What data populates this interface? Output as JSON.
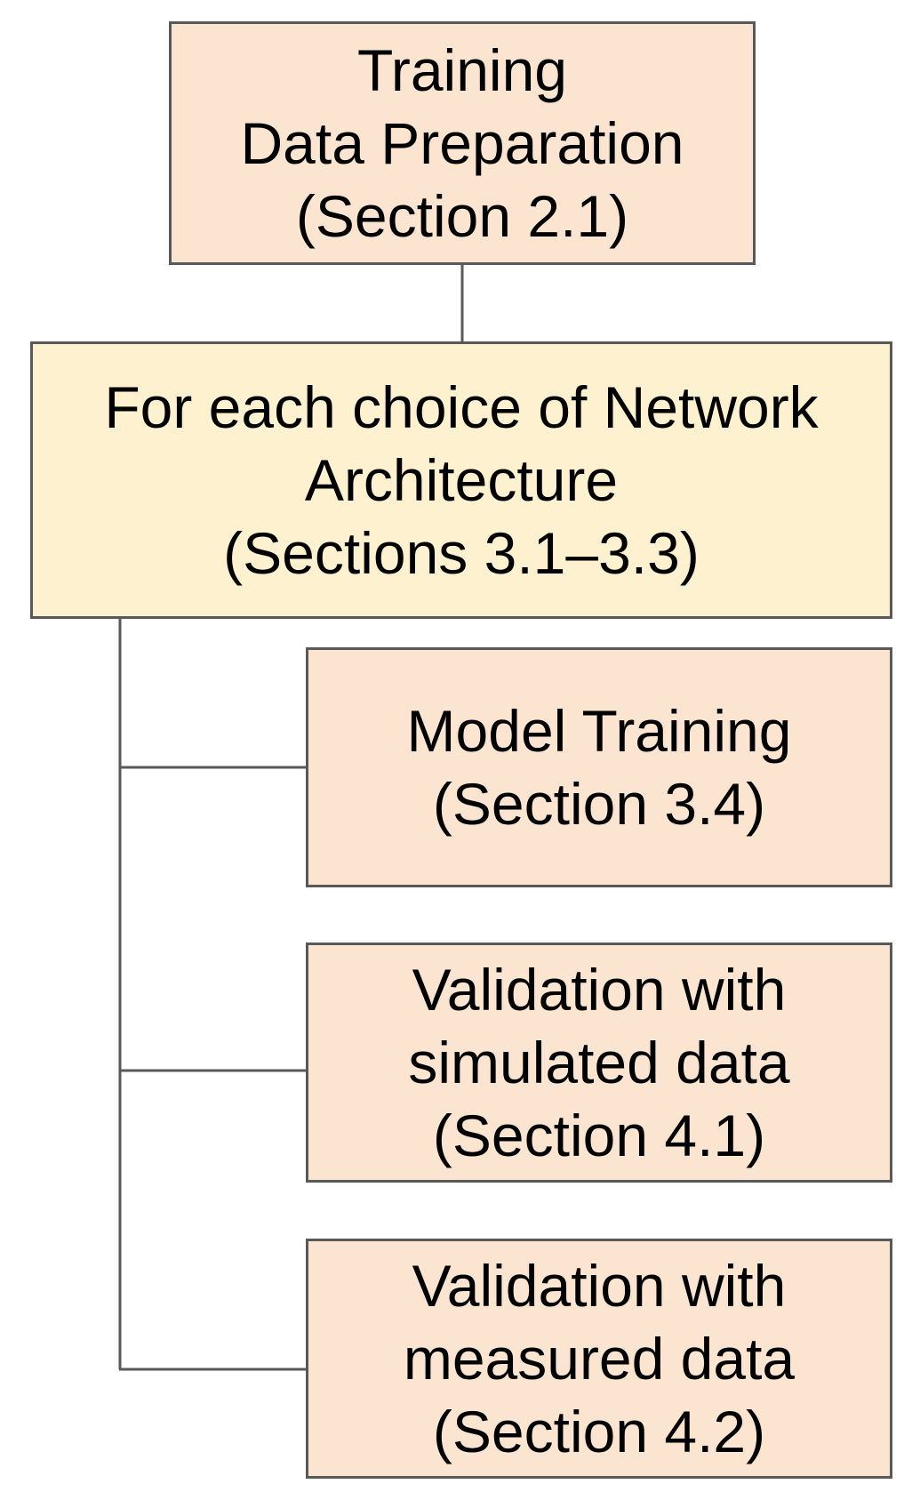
{
  "diagram": {
    "colors": {
      "border": "#595959",
      "peach_fill": "#fbe5d1",
      "cream_fill": "#fef1d0",
      "connector": "#595959"
    },
    "boxes": [
      {
        "id": "prep",
        "lines": [
          "Training",
          "Data Preparation",
          "(Section 2.1)"
        ]
      },
      {
        "id": "arch",
        "lines": [
          "For each choice of Network",
          "Architecture",
          "(Sections 3.1–3.3)"
        ]
      },
      {
        "id": "train",
        "lines": [
          "Model Training",
          "(Section 3.4)"
        ]
      },
      {
        "id": "val_sim",
        "lines": [
          "Validation with",
          "simulated data",
          "(Section 4.1)"
        ]
      },
      {
        "id": "val_meas",
        "lines": [
          "Validation with",
          "measured data",
          "(Section 4.2)"
        ]
      }
    ]
  }
}
